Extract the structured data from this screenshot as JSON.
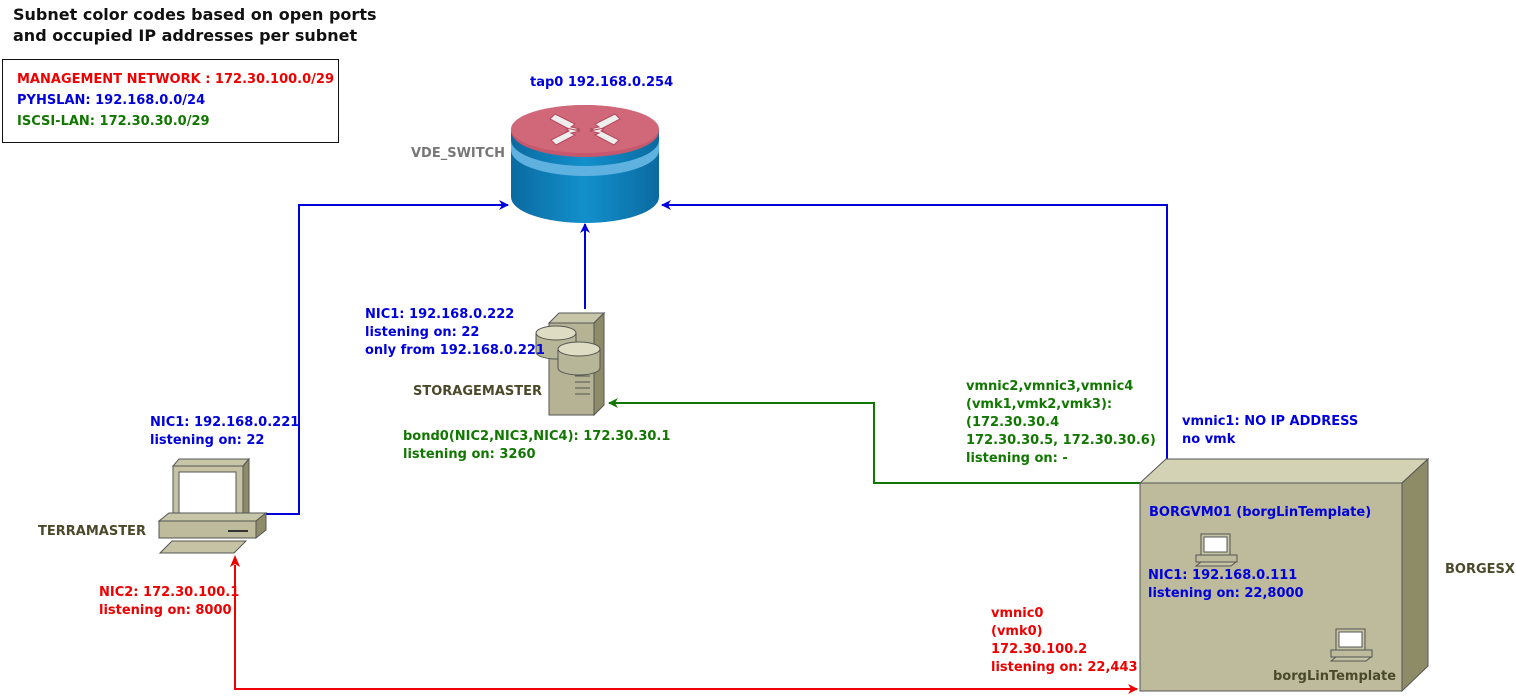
{
  "title": {
    "line1": "Subnet color codes based on open ports",
    "line2": "and occupied IP addresses per subnet"
  },
  "legend": {
    "management": "MANAGEMENT NETWORK : 172.30.100.0/29",
    "physlan": "PYHSLAN: 192.168.0.0/24",
    "iscsi": "ISCSI-LAN: 172.30.30.0/29"
  },
  "colors": {
    "management": "#ee0000",
    "physlan": "#0000dd",
    "iscsi": "#117700"
  },
  "switch": {
    "name": "VDE_SWITCH",
    "tap": "tap0 192.168.0.254",
    "icon": "router-icon"
  },
  "storage": {
    "name": "STORAGEMASTER",
    "icon": "server-icon",
    "nic1": [
      "NIC1: 192.168.0.222",
      "listening on: 22",
      "only from 192.168.0.221"
    ],
    "bond": [
      "bond0(NIC2,NIC3,NIC4): 172.30.30.1",
      "listening on: 3260"
    ]
  },
  "terramaster": {
    "name": "TERRAMASTER",
    "icon": "workstation-icon",
    "nic1": [
      "NIC1: 192.168.0.221",
      "listening on: 22"
    ],
    "nic2": [
      "NIC2: 172.30.100.1",
      "listening on: 8000"
    ]
  },
  "esxi": {
    "name": "BORGESXI",
    "icon": "esxi-host-icon",
    "vmnic234": [
      "vmnic2,vmnic3,vmnic4",
      "(vmk1,vmk2,vmk3):",
      "(172.30.30.4",
      "172.30.30.5, 172.30.30.6)",
      "listening on: -"
    ],
    "vmnic1": [
      "vmnic1: NO IP ADDRESS",
      "no vmk"
    ],
    "vmnic0": [
      "vmnic0",
      "(vmk0)",
      "172.30.100.2",
      "listening on: 22,443"
    ],
    "vm": {
      "name": "BORGVM01 (borgLinTemplate)",
      "nic1": [
        "NIC1: 192.168.0.111",
        "listening on: 22,8000"
      ]
    },
    "template": "borgLinTemplate"
  }
}
